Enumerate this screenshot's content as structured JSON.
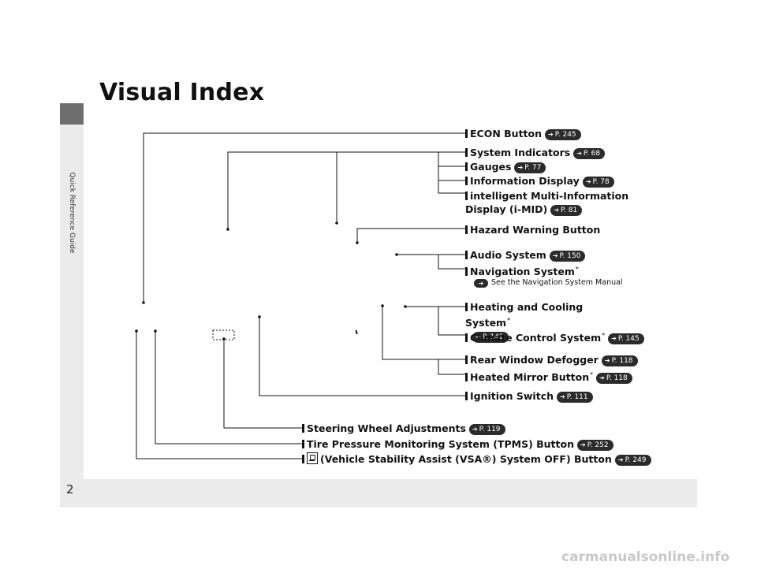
{
  "header": {
    "title": "Visual Index"
  },
  "sidebar": {
    "label": "Quick Reference Guide"
  },
  "page": {
    "number": "2"
  },
  "items": [
    {
      "label": "ECON Button",
      "ref": "P. 245"
    },
    {
      "label": "System Indicators",
      "ref": "P. 68"
    },
    {
      "label": "Gauges",
      "ref": "P. 77"
    },
    {
      "label": "Information Display",
      "ref": "P. 78"
    },
    {
      "label": "intelligent Multi-Information Display (i-MID)",
      "ref": "P. 81"
    },
    {
      "label": "Hazard Warning Button",
      "ref": ""
    },
    {
      "label": "Audio System",
      "ref": "P. 150"
    },
    {
      "label": "Navigation System",
      "ref": "",
      "asterisk": "*",
      "note": "See the Navigation System Manual"
    },
    {
      "label": "Heating and Cooling System",
      "ref": "P. 142",
      "asterisk": "*"
    },
    {
      "label": "Climate Control System",
      "ref": "P. 145",
      "asterisk": "*"
    },
    {
      "label": "Rear Window Defogger",
      "ref": "P. 118"
    },
    {
      "label": "Heated Mirror Button",
      "ref": "P. 118",
      "asterisk": "*"
    },
    {
      "label": "Ignition Switch",
      "ref": "P. 111"
    },
    {
      "label": "Steering Wheel Adjustments",
      "ref": "P. 119"
    },
    {
      "label": "Tire Pressure Monitoring System (TPMS) Button",
      "ref": "P. 252"
    },
    {
      "label": "(Vehicle Stability Assist (VSA®) System OFF) Button",
      "ref": "P. 249",
      "icon": "vsa-off-icon"
    }
  ],
  "watermark": {
    "text": "carmanualsonline.info"
  }
}
